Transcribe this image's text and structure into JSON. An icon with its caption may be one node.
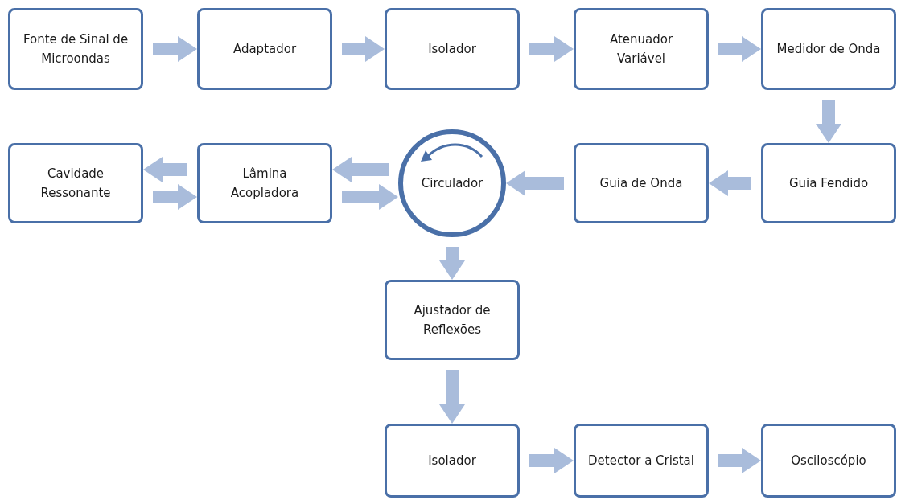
{
  "diagram": {
    "nodes": [
      {
        "text": [
          "Fonte de Sinal de Microondas"
        ]
      },
      {
        "text": [
          "Adaptador"
        ]
      },
      {
        "text": [
          "Isolador"
        ]
      },
      {
        "text": [
          "Atenuador Variável"
        ]
      },
      {
        "text": [
          "Medidor de Onda"
        ]
      },
      {
        "text": [
          "Cavidade Ressonante"
        ]
      },
      {
        "text": [
          "Lâmina Acopladora"
        ]
      },
      {
        "text": [
          "Circulador"
        ]
      },
      {
        "text": [
          "Guia de Onda"
        ]
      },
      {
        "text": [
          "Guia Fendido"
        ]
      },
      {
        "text": [
          "Ajustador de Reflexões"
        ]
      },
      {
        "text": [
          "Isolador"
        ]
      },
      {
        "text": [
          "Detector a Cristal"
        ]
      },
      {
        "text": [
          "Osciloscópio"
        ]
      }
    ],
    "edges": [
      {
        "from": 0,
        "to": 1,
        "arrow": "to"
      },
      {
        "from": 1,
        "to": 2,
        "arrow": "to"
      },
      {
        "from": 2,
        "to": 3,
        "arrow": "to"
      },
      {
        "from": 3,
        "to": 4,
        "arrow": "to"
      },
      {
        "from": 4,
        "to": 9,
        "arrow": "to"
      },
      {
        "from": 9,
        "to": 8,
        "arrow": "to"
      },
      {
        "from": 8,
        "to": 7,
        "arrow": "to"
      },
      {
        "from": 7,
        "to": 6,
        "arrow": "to"
      },
      {
        "from": 6,
        "to": 5,
        "arrow": "to"
      },
      {
        "from": 5,
        "to": 6,
        "arrow": "to"
      },
      {
        "from": 6,
        "to": 7,
        "arrow": "to"
      },
      {
        "from": 7,
        "to": 10,
        "arrow": "to"
      },
      {
        "from": 10,
        "to": 11,
        "arrow": "to"
      },
      {
        "from": 11,
        "to": 12,
        "arrow": "to"
      },
      {
        "from": 12,
        "to": 13,
        "arrow": "to"
      }
    ]
  }
}
